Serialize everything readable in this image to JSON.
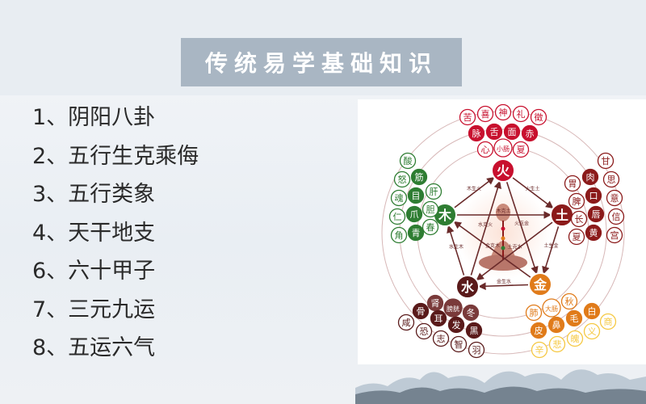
{
  "title": "传统易学基础知识",
  "topics": [
    "1、阴阳八卦",
    "2、五行生克乘侮",
    "3、五行类象",
    "4、天干地支",
    "6、六十甲子",
    "7、三元九运",
    "8、五运六气"
  ],
  "diagram": {
    "elements": {
      "fire": "火",
      "earth": "土",
      "metal": "金",
      "water": "水",
      "wood": "木"
    },
    "fire_outer": [
      "苦",
      "喜",
      "神",
      "礼",
      "徵"
    ],
    "fire_mid": [
      "脉",
      "舌",
      "面",
      "赤"
    ],
    "fire_inner": [
      "心",
      "小肠",
      "夏"
    ],
    "earth_col1": [
      "胃",
      "脾",
      "长",
      "夏"
    ],
    "earth_col2": [
      "肉",
      "口",
      "唇",
      "黄"
    ],
    "earth_col3": [
      "甘",
      "思",
      "意",
      "信",
      "宫"
    ],
    "wood_col1": [
      "酸",
      "怒",
      "魂",
      "仁",
      "角"
    ],
    "wood_col2": [
      "筋",
      "目",
      "爪",
      "青"
    ],
    "wood_col3": [
      "肝",
      "胆",
      "春"
    ],
    "metal_row1": [
      "肺",
      "大肠",
      "秋"
    ],
    "metal_row2": [
      "皮",
      "鼻",
      "毛",
      "白"
    ],
    "metal_row3": [
      "辛",
      "悲",
      "魄",
      "义",
      "商"
    ],
    "water_row1": [
      "肾",
      "膀胱",
      "冬"
    ],
    "water_row2": [
      "骨",
      "耳",
      "发",
      "黑"
    ],
    "water_row3": [
      "咸",
      "恐",
      "志",
      "智",
      "羽"
    ],
    "arrow_labels": {
      "wood_fire": "木生火",
      "fire_earth": "火生土",
      "earth_metal": "土生金",
      "metal_water": "金生水",
      "water_wood": "水生木",
      "water_fire": "水克火",
      "fire_metal": "火克金",
      "wood_earth": "木克土",
      "earth_water": "土克水",
      "metal_wood": "金克木"
    },
    "colors": {
      "fire": "#c8102e",
      "earth": "#8b1a1a",
      "metal": "#e07b1a",
      "water": "#5a1a1a",
      "wood": "#2e7d32",
      "water_light": "#7a3a3a",
      "metal_light": "#f5c842"
    }
  }
}
